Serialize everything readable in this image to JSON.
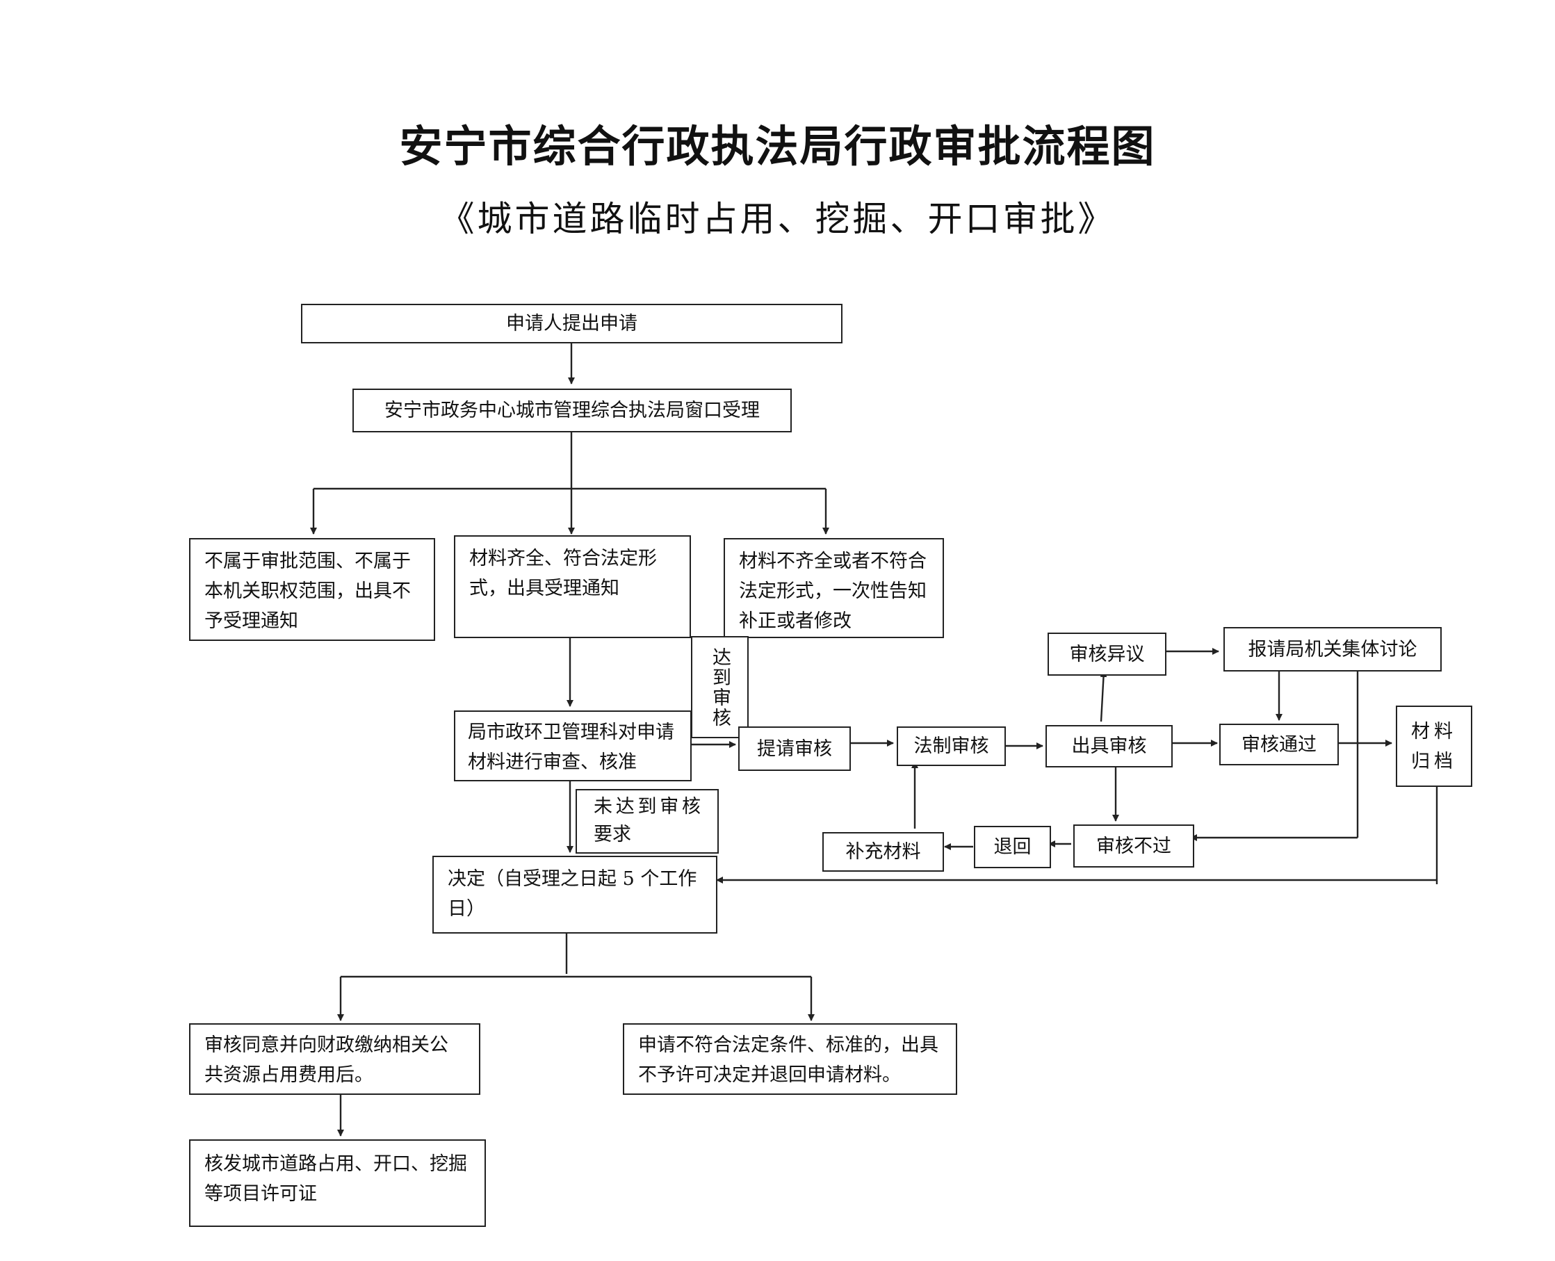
{
  "title": "安宁市综合行政执法局行政审批流程图",
  "subtitle": "《城市道路临时占用、挖掘、开口审批》",
  "nodes": {
    "apply": "申请人提出申请",
    "window_accept": "安宁市政务中心城市管理综合执法局窗口受理",
    "not_accepted": "不属于审批范围、不属于本机关职权范围，出具不予受理通知",
    "materials_complete": "材料齐全、符合法定形式，出具受理通知",
    "materials_incomplete": "材料不齐全或者不符合法定形式，一次性告知补正或者修改",
    "review_by_section": "局市政环卫管理科对申请材料进行审查、核准",
    "reach_review": "达到审核",
    "below_review": "未达到审核要求",
    "submit_review": "提请审核",
    "legal_review": "法制审核",
    "issue_review": "出具审核",
    "review_objection": "审核异议",
    "collective_discussion": "报请局机关集体讨论",
    "review_passed": "审核通过",
    "archive": "材料归档",
    "review_failed": "审核不过",
    "return": "退回",
    "supplement": "补充材料",
    "decision": "决定（自受理之日起 5 个工作日）",
    "approve_fee": "审核同意并向财政缴纳相关公共资源占用费用后。",
    "reject": "申请不符合法定条件、标准的，出具不予许可决定并退回申请材料。",
    "issue_permit": "核发城市道路占用、开口、挖掘等项目许可证"
  }
}
